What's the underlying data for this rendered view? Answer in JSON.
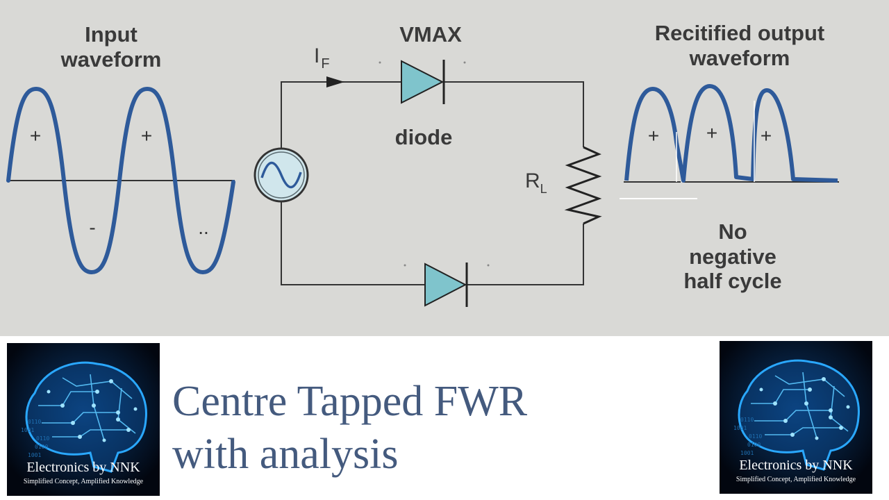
{
  "diagram": {
    "input_label_line1": "Input",
    "input_label_line2": "waveform",
    "vmax_label": "VMAX",
    "diode_label": "diode",
    "current_symbol": "I",
    "current_subscript": "F",
    "resistor_symbol": "R",
    "resistor_subscript": "L",
    "output_label_line1": "Recitified output",
    "output_label_line2": "waveform",
    "no_negative_line1": "No",
    "no_negative_line2": "negative",
    "no_negative_line3": "half cycle",
    "plus_sign": "+",
    "minus_sign": "-",
    "dot_sign": "..",
    "colors": {
      "waveform": "#2e5a9a",
      "diode_fill": "#7fc4cc",
      "wire": "#333333",
      "background": "#d9d9d6"
    }
  },
  "title": {
    "line1": "Centre Tapped FWR",
    "line2": "with analysis",
    "color": "#445a7e"
  },
  "logos": {
    "name": "Electronics by NNK",
    "tagline": "Simplified Concept, Amplified Knowledge",
    "binary": [
      "0110",
      "1001",
      "0110",
      "0100",
      "1001"
    ],
    "colors": {
      "glow": "#2aa8ff",
      "background": "#02060f"
    }
  }
}
